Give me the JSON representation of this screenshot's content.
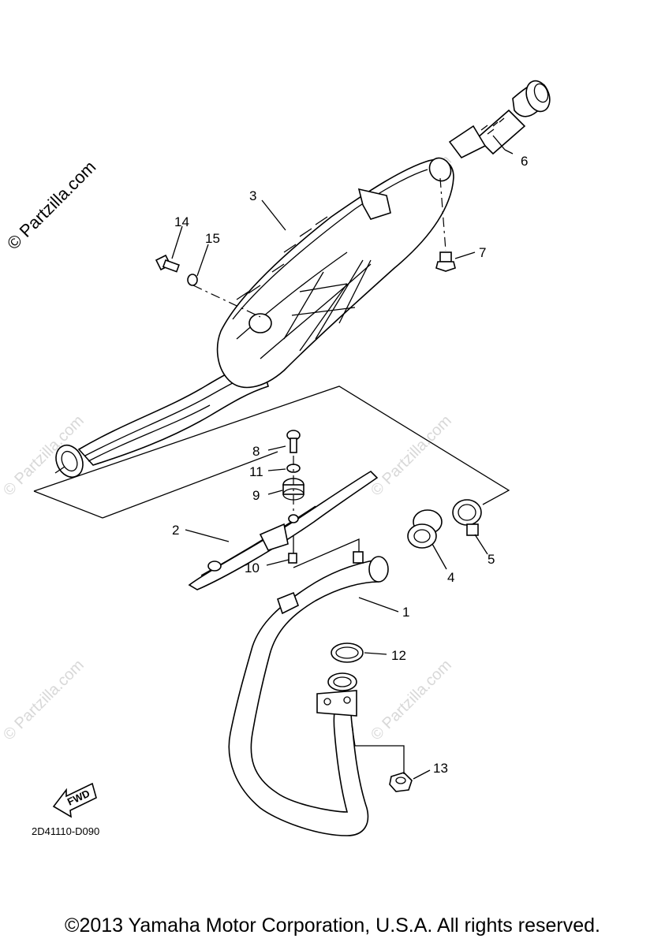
{
  "watermarks": {
    "main": "© Partzilla.com",
    "faint": "© Partzilla.com"
  },
  "callouts": {
    "p1": "1",
    "p2": "2",
    "p3": "3",
    "p4": "4",
    "p5": "5",
    "p6": "6",
    "p7": "7",
    "p8": "8",
    "p9": "9",
    "p10": "10",
    "p11": "11",
    "p12": "12",
    "p13": "13",
    "p14": "14",
    "p15": "15"
  },
  "fwd_arrow_text": "FWD",
  "diagram_code": "2D41110-D090",
  "footer": "©2013 Yamaha Motor Corporation, U.S.A. All rights reserved."
}
